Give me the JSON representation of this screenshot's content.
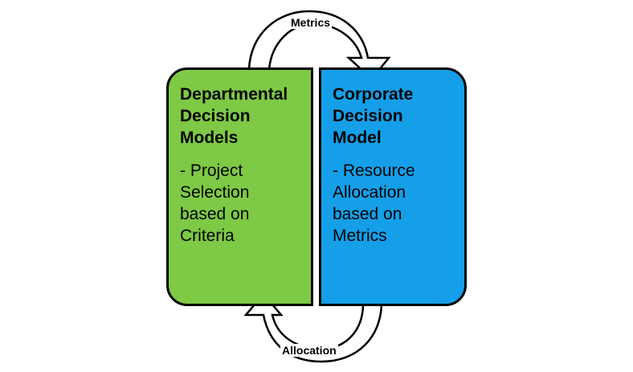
{
  "colors": {
    "left_box_fill": "#7ec945",
    "right_box_fill": "#149fe8",
    "outline": "#000000",
    "arrow_fill": "#ffffff"
  },
  "left_box": {
    "title_lines": [
      "Departmental",
      "Decision",
      "Models"
    ],
    "body_lines": [
      "- Project",
      "Selection",
      "based on",
      "Criteria"
    ]
  },
  "right_box": {
    "title_lines": [
      "Corporate",
      "Decision",
      "Model"
    ],
    "body_lines": [
      "- Resource",
      "Allocation",
      "based on",
      "Metrics"
    ]
  },
  "arrows": {
    "top": {
      "label": "Metrics",
      "icon": "curved-arrow-right-icon"
    },
    "bottom": {
      "label": "Allocation",
      "icon": "curved-arrow-left-icon"
    }
  }
}
